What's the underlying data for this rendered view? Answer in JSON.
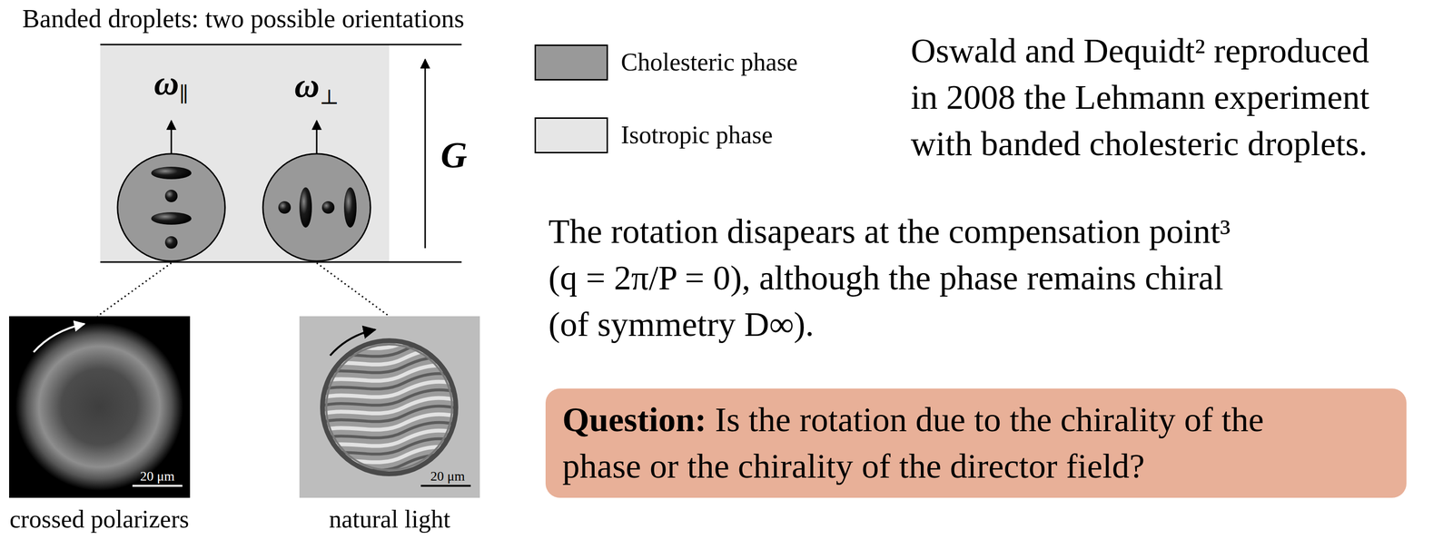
{
  "diagram": {
    "title": "Banded droplets: two possible orientations",
    "nodes": [
      {
        "text": [
          "ω∥",
          "ω⊥"
        ]
      },
      {
        "text": [
          "20 μm",
          "crossed polarizers"
        ]
      },
      {
        "text": [
          "20 μm",
          "natural light"
        ]
      },
      {
        "text": [
          "Question:",
          "Is the rotation due to the chirality of the phase or the chirality of the director field?"
        ]
      }
    ],
    "edges": [],
    "labels": [
      "Oswald and Dequidt² reproduced in 2008 the Lehmann experiment with banded cholesteric droplets.",
      "The rotation disapears at the compensation point³ (q = 2π/P = 0), although the phase remains chiral (of symmetry D∞).",
      "G"
    ],
    "legend": [
      {
        "text": "Cholesteric phase",
        "color": "#999999"
      },
      {
        "text": "Isotropic phase",
        "color": "#e6e6e6"
      }
    ]
  }
}
